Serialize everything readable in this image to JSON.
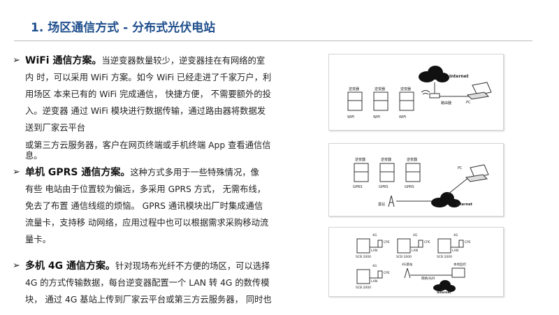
{
  "page_title": "1. 场区通信方式 - 分布式光伏电站",
  "items": [
    {
      "lead": "WiFi 通信方案。",
      "body": "当逆变器数量较少，逆变器挂在有网络的室\n内 时，可以采用 WiFi 方案。如今 WiFi 已经走进了千家万户，利\n用场区 本来已有的 WiFi 完成通信， 快捷方便， 不需要额外的投\n入。逆变器 通过 WiFi 模块进行数据传输，通过路由器将数据发\n送到厂家云平台",
      "body2": "或第三方云服务器，客户在网页终端或手机终端 App 查看通信信\n息。"
    },
    {
      "lead": "单机 GPRS 通信方案。",
      "body": "这种方式多用于一些特殊情况，像\n有些 电站由于位置较为偏远，多采用 GPRS 方式， 无需布线，\n免去了布置 通信线缆的烦恼。 GPRS 通讯模块出厂时集成通信\n流量卡，支持移 动网络，应用过程中也可以根据需求采购移动流\n量卡。"
    },
    {
      "lead": "多机 4G 通信方案。",
      "body": "针对现场布光纤不方便的场区，可以选择\n4G  的方式传输数据，每台逆变器配置一个 LAN 转 4G 的数传模\n块， 通过  4G 基站上传到厂家云平台或第三方云服务器， 同时也"
    }
  ],
  "diagram_wifi": {
    "inverter_label": "逆变器",
    "wifi_label": "WiFi",
    "internet_label": "Internet",
    "router_label": "路由器",
    "pc_label": "PC"
  },
  "diagram_gprs": {
    "inverter_label": "逆变器",
    "gprs_label": "GPRS",
    "pc_label": "PC",
    "base_station_label": "基站",
    "internet_label": "Internet"
  },
  "diagram_4g": {
    "tag_4g": "4G",
    "cpe_label": "CPE",
    "lan_label": "LAN",
    "device_label": "SCB 2000",
    "base_station_label": "4G基站",
    "network_label": "网络/光纤",
    "local_monitor_label": "本地监控",
    "internet_label": "Internet"
  },
  "colors": {
    "title": "#1f4e8c",
    "cloud": "#111111",
    "line": "#444444"
  }
}
